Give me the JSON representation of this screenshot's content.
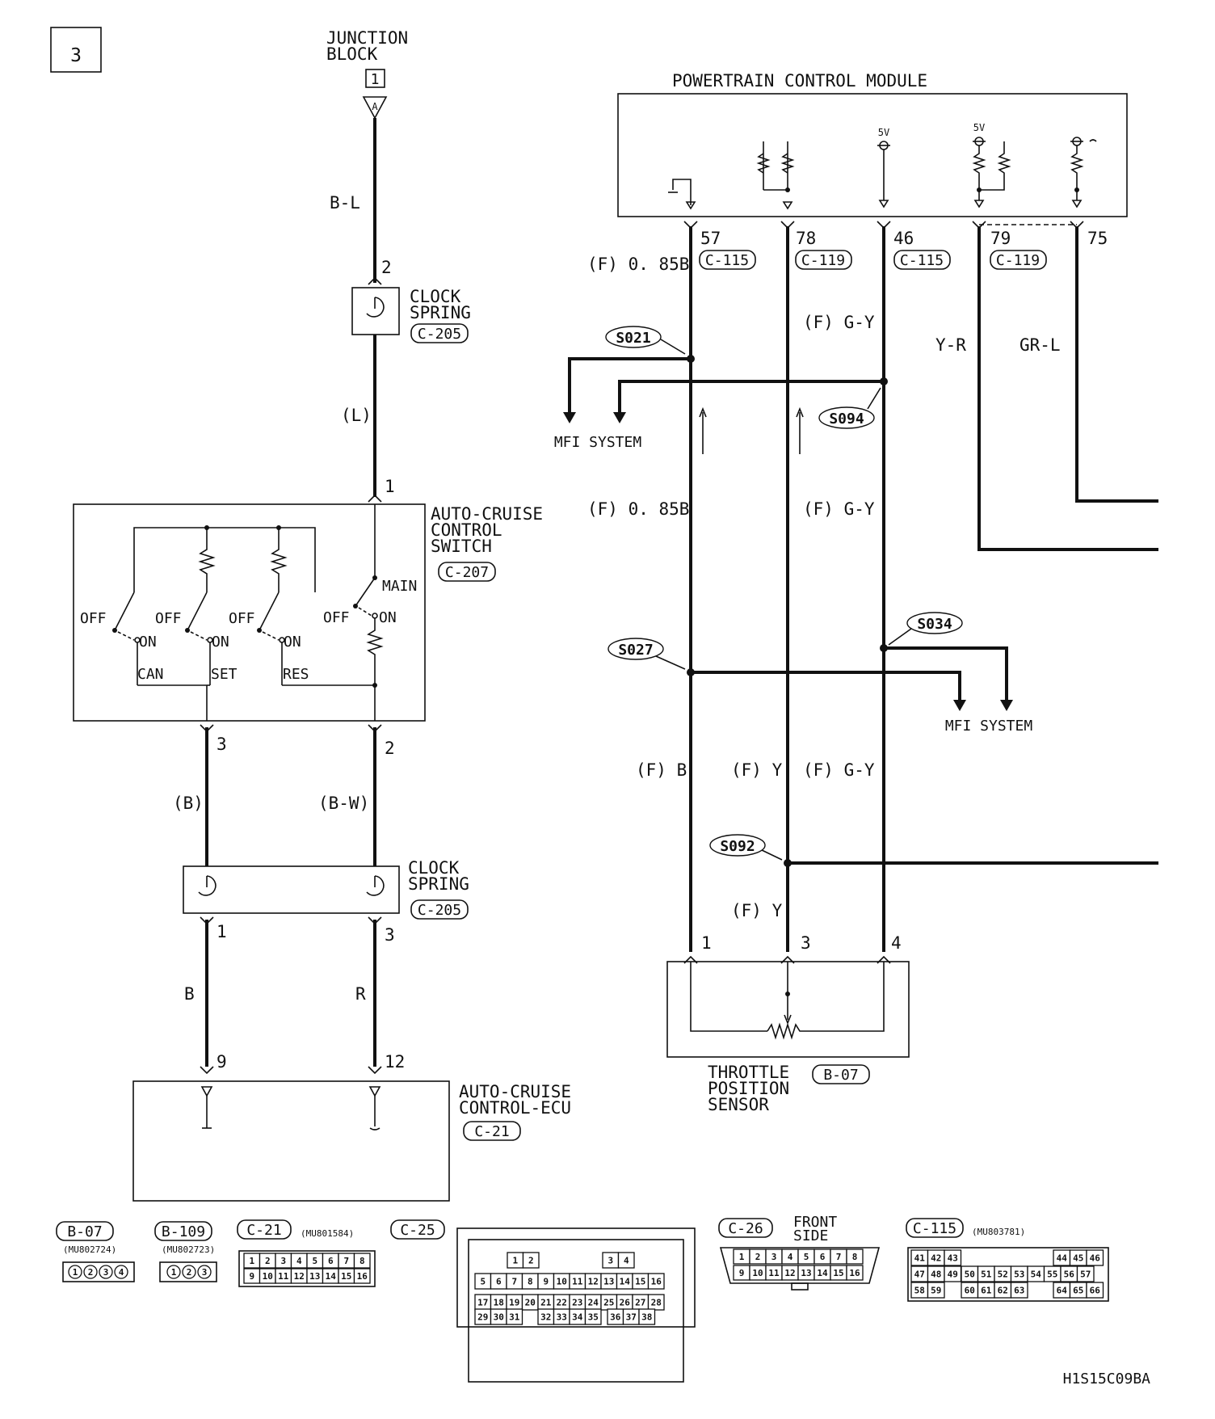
{
  "page": {
    "number": "3",
    "code": "H1S15C09BA"
  },
  "junction_block": {
    "title_line1": "JUNCTION",
    "title_line2": "BLOCK",
    "number": "1",
    "terminal": "A",
    "wire": "B-L"
  },
  "clock_spring_top": {
    "line1": "CLOCK",
    "line2": "SPRING",
    "connector": "C-205",
    "pin_in": "2",
    "pin_out": "1",
    "wire_out": "(L)"
  },
  "switch": {
    "line1": "AUTO-CRUISE",
    "line2": "CONTROL",
    "line3": "SWITCH",
    "connector": "C-207",
    "off": "OFF",
    "on": "ON",
    "main": "MAIN",
    "can": "CAN",
    "set": "SET",
    "res": "RES",
    "pin_left": "3",
    "pin_right": "2",
    "wire_left": "(B)",
    "wire_right": "(B-W)"
  },
  "clock_spring_bottom": {
    "line1": "CLOCK",
    "line2": "SPRING",
    "connector": "C-205",
    "pin_left": "1",
    "pin_right": "3",
    "wire_left": "B",
    "wire_right": "R"
  },
  "ecu": {
    "line1": "AUTO-CRUISE",
    "line2": "CONTROL-ECU",
    "connector": "C-21",
    "pin_left": "9",
    "pin_right": "12"
  },
  "pcm": {
    "title": "POWERTRAIN CONTROL MODULE",
    "v5": "5V",
    "pins": [
      {
        "num": "57",
        "conn": "C-115"
      },
      {
        "num": "78",
        "conn": "C-119"
      },
      {
        "num": "46",
        "conn": "C-115"
      },
      {
        "num": "79",
        "conn": "C-119"
      },
      {
        "num": "75",
        "conn": ""
      }
    ]
  },
  "wires": {
    "w57_top": "(F) 0. 85B",
    "w46_top": "(F) G-Y",
    "w79": "Y-R",
    "w75": "GR-L",
    "w57_mid": "(F) 0. 85B",
    "w46_mid": "(F) G-Y",
    "w57_low": "(F) B",
    "w78_low": "(F) Y",
    "w46_low": "(F) G-Y",
    "w78_bottom": "(F) Y"
  },
  "splices": {
    "s1": "S021",
    "s2": "S094",
    "s3": "S027",
    "s4": "S034",
    "s5": "S092"
  },
  "mfi": {
    "label_top": "MFI SYSTEM",
    "label_bottom": "MFI SYSTEM"
  },
  "tps": {
    "line1": "THROTTLE",
    "line2": "POSITION",
    "line3": "SENSOR",
    "connector": "B-07",
    "pin1": "1",
    "pin3": "3",
    "pin4": "4"
  },
  "connectors_legend": {
    "b07": {
      "name": "B-07",
      "part": "(MU802724)",
      "pins": [
        "1",
        "2",
        "3",
        "4"
      ]
    },
    "b109": {
      "name": "B-109",
      "part": "(MU802723)",
      "pins": [
        "1",
        "2",
        "3"
      ]
    },
    "c21": {
      "name": "C-21",
      "part": "(MU801584)",
      "row1": [
        "1",
        "2",
        "3",
        "4",
        "5",
        "6",
        "7",
        "8"
      ],
      "row2": [
        "9",
        "10",
        "11",
        "12",
        "13",
        "14",
        "15",
        "16"
      ]
    },
    "c25": {
      "name": "C-25",
      "row1": [
        "1",
        "2",
        "3",
        "4"
      ],
      "row2": [
        "5",
        "6",
        "7",
        "8",
        "9",
        "10",
        "11",
        "12",
        "13",
        "14",
        "15",
        "16"
      ],
      "row3": [
        "17",
        "18",
        "19",
        "20",
        "21",
        "22",
        "23",
        "24",
        "25",
        "26",
        "27",
        "28"
      ],
      "row4": [
        "29",
        "30",
        "31",
        "32",
        "33",
        "34",
        "35",
        "36",
        "37",
        "38"
      ]
    },
    "c26": {
      "name": "C-26",
      "side_line1": "FRONT",
      "side_line2": "SIDE",
      "row1": [
        "1",
        "2",
        "3",
        "4",
        "5",
        "6",
        "7",
        "8"
      ],
      "row2": [
        "9",
        "10",
        "11",
        "12",
        "13",
        "14",
        "15",
        "16"
      ]
    },
    "c115": {
      "name": "C-115",
      "part": "(MU803781)",
      "row1": [
        "41",
        "42",
        "43",
        "44",
        "45",
        "46"
      ],
      "row2": [
        "47",
        "48",
        "49",
        "50",
        "51",
        "52",
        "53",
        "54",
        "55",
        "56",
        "57"
      ],
      "row3": [
        "58",
        "59",
        "60",
        "61",
        "62",
        "63",
        "64",
        "65",
        "66"
      ]
    }
  }
}
